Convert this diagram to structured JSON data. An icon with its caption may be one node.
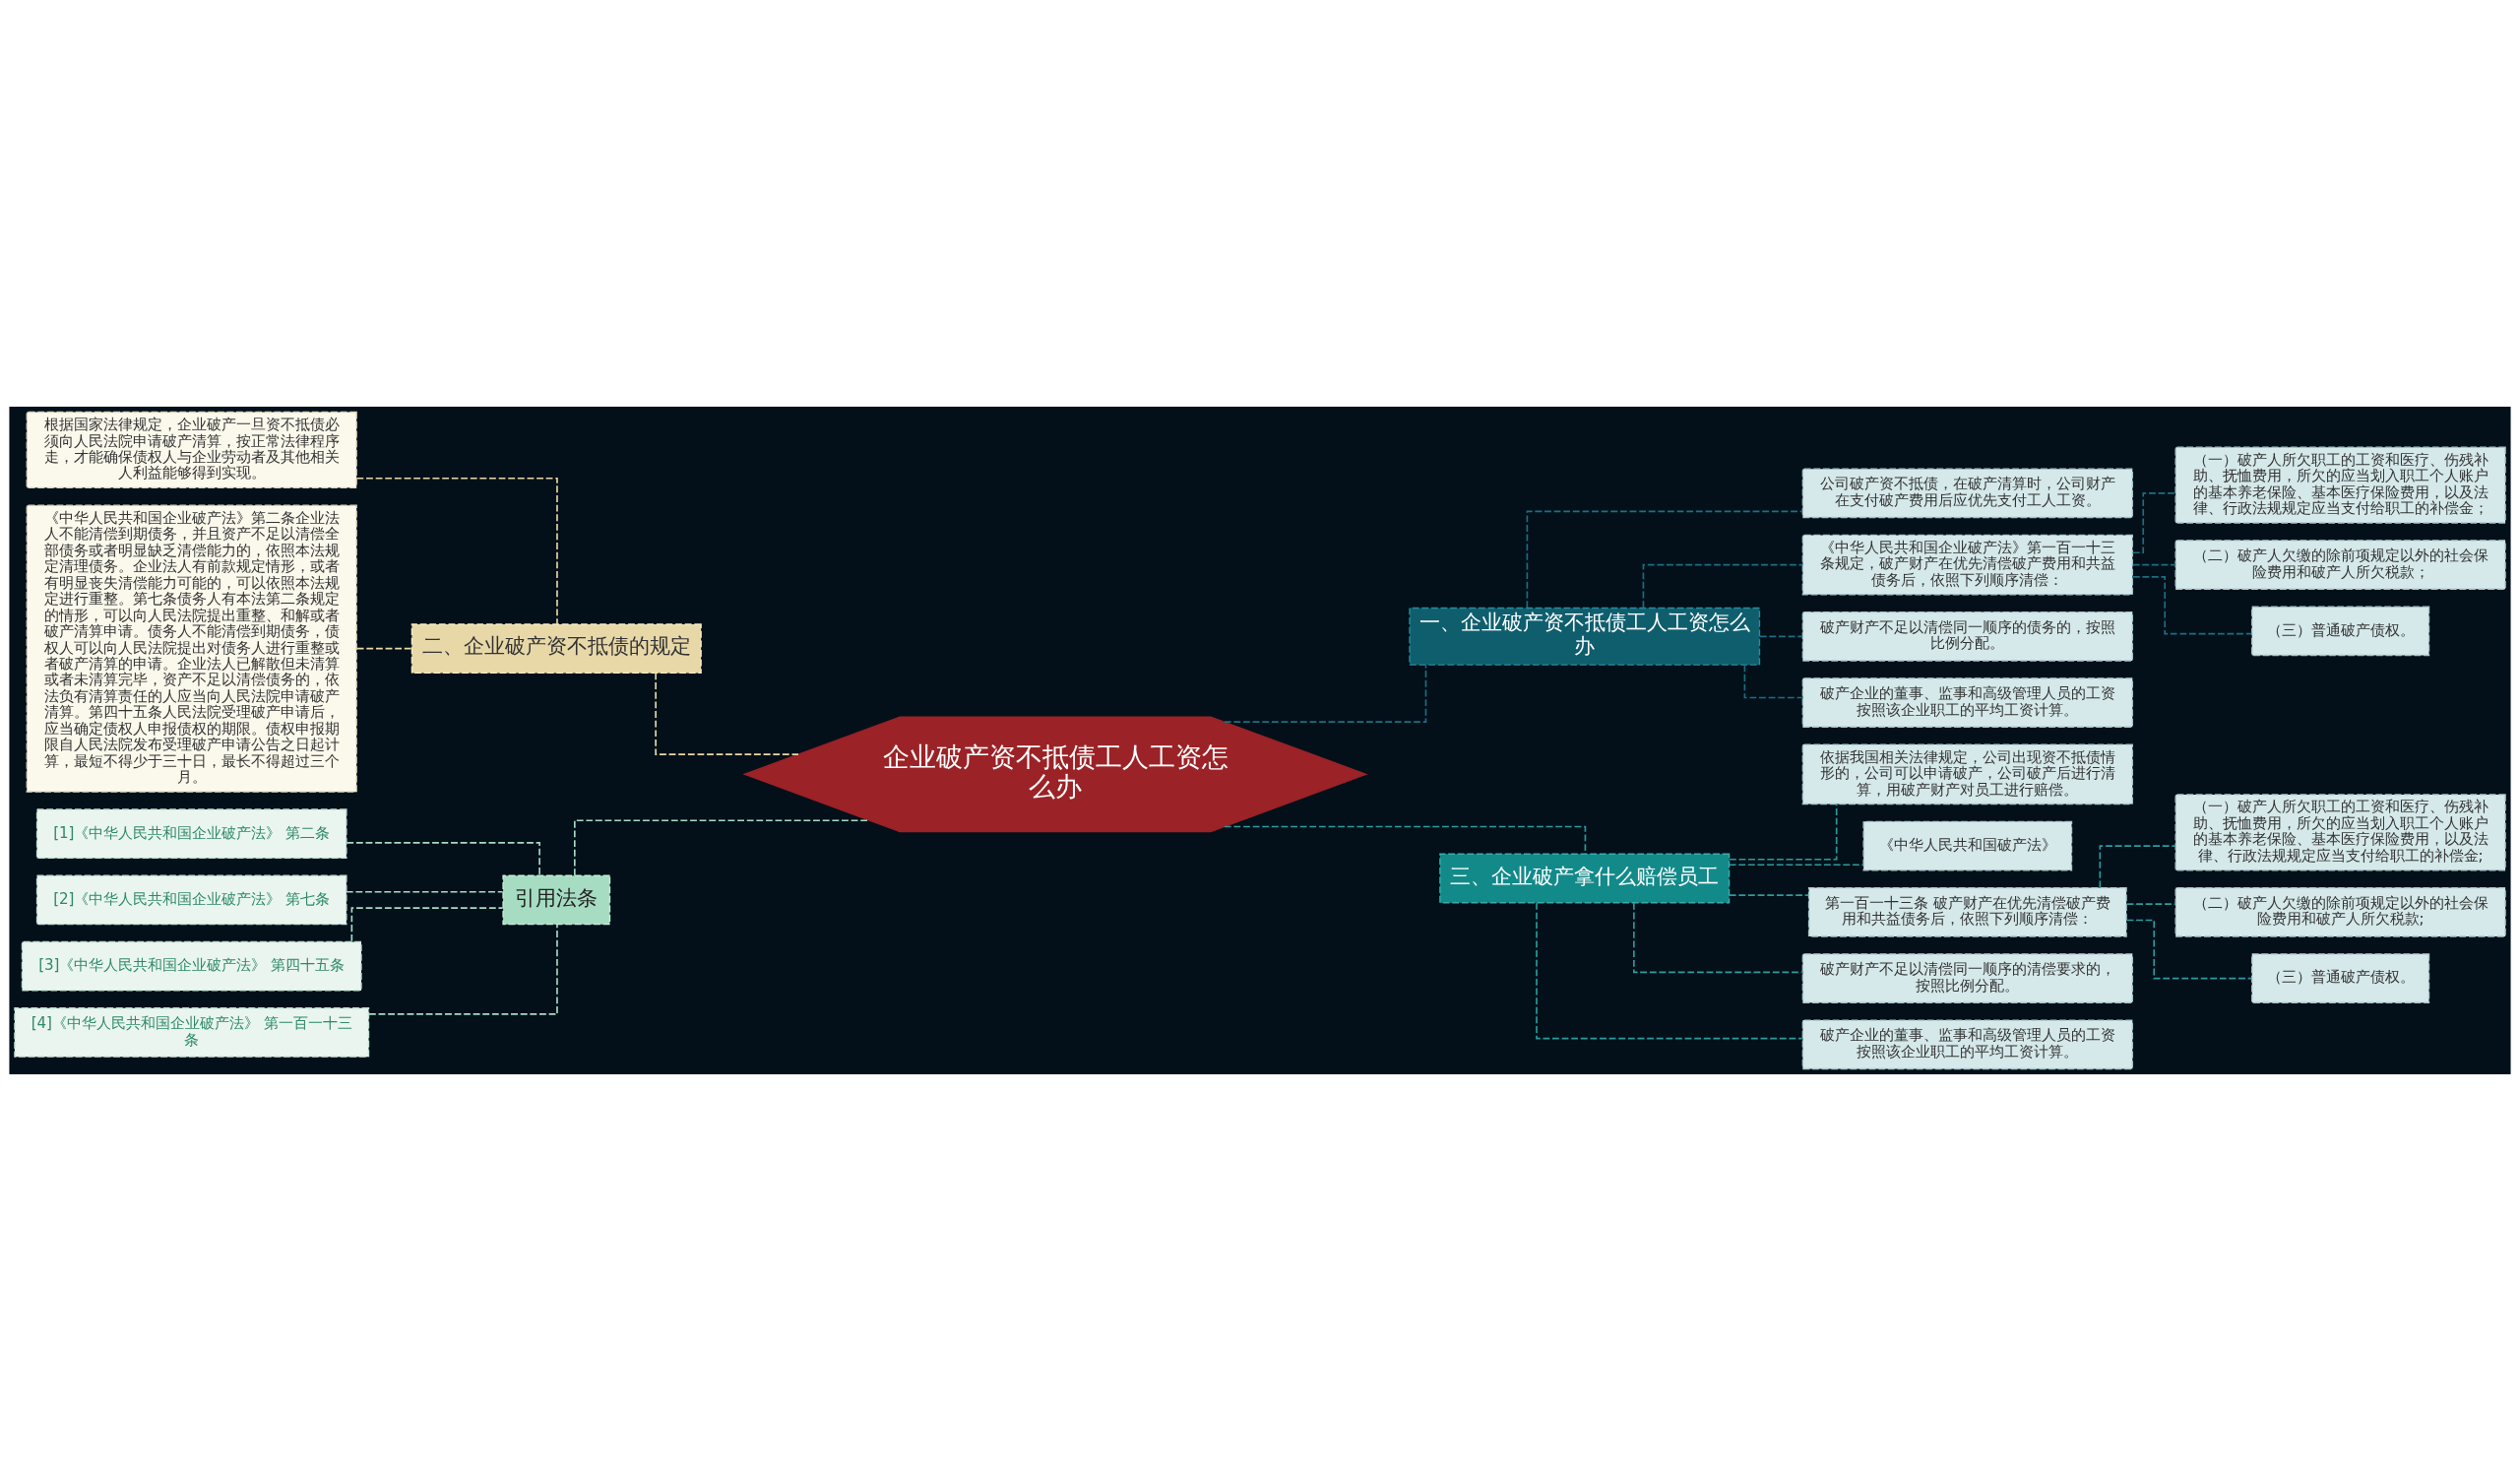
{
  "diagram": {
    "nodes": [
      {
        "text": [
          "企业破产资不抵债工人工资怎么办"
        ]
      },
      {
        "text": [
          "一、企业破产资不抵债工人工资怎么办"
        ]
      },
      {
        "text": [
          "公司破产资不抵债，在破产清算时，公司财产在支付破产费用后应优先支付工人工资。"
        ]
      },
      {
        "text": [
          "《中华人民共和国企业破产法》第一百一十三条规定，破产财产在优先清偿破产费用和共益债务后，依照下列顺序清偿："
        ]
      },
      {
        "text": [
          "（一）破产人所欠职工的工资和医疗、伤残补助、抚恤费用，所欠的应当划入职工个人账户的基本养老保险、基本医疗保险费用，以及法律、行政法规规定应当支付给职工的补偿金；"
        ]
      },
      {
        "text": [
          "（二）破产人欠缴的除前项规定以外的社会保险费用和破产人所欠税款；"
        ]
      },
      {
        "text": [
          "（三）普通破产债权。"
        ]
      },
      {
        "text": [
          "破产财产不足以清偿同一顺序的债务的，按照比例分配。"
        ]
      },
      {
        "text": [
          "破产企业的董事、监事和高级管理人员的工资按照该企业职工的平均工资计算。"
        ]
      },
      {
        "text": [
          "二、企业破产资不抵债的规定"
        ]
      },
      {
        "text": [
          "根据国家法律规定，企业破产一旦资不抵债必须向人民法院申请破产清算，按正常法律程序走，才能确保债权人与企业劳动者及其他相关人利益能够得到实现。"
        ]
      },
      {
        "text": [
          "《中华人民共和国企业破产法》第二条企业法人不能清偿到期债务，并且资产不足以清偿全部债务或者明显缺乏清偿能力的，依照本法规定清理债务。企业法人有前款规定情形，或者有明显丧失清偿能力可能的，可以依照本法规定进行重整。第七条债务人有本法第二条规定的情形，可以向人民法院提出重整、和解或者破产清算申请。债务人不能清偿到期债务，债权人可以向人民法院提出对债务人进行重整或者破产清算的申请。企业法人已解散但未清算或者未清算完毕，资产不足以清偿债务的，依法负有清算责任的人应当向人民法院申请破产清算。第四十五条人民法院受理破产申请后，应当确定债权人申报债权的期限。债权申报期限自人民法院发布受理破产申请公告之日起计算，最短不得少于三十日，最长不得超过三个月。"
        ]
      },
      {
        "text": [
          "三、企业破产拿什么赔偿员工"
        ]
      },
      {
        "text": [
          "依据我国相关法律规定，公司出现资不抵债情形的，公司可以申请破产，公司破产后进行清算，用破产财产对员工进行赔偿。"
        ]
      },
      {
        "text": [
          "《中华人民共和国破产法》"
        ]
      },
      {
        "text": [
          "第一百一十三条 破产财产在优先清偿破产费用和共益债务后，依照下列顺序清偿："
        ]
      },
      {
        "text": [
          "（一）破产人所欠职工的工资和医疗、伤残补助、抚恤费用，所欠的应当划入职工个人账户的基本养老保险、基本医疗保险费用，以及法律、行政法规规定应当支付给职工的补偿金;"
        ]
      },
      {
        "text": [
          "（二）破产人欠缴的除前项规定以外的社会保险费用和破产人所欠税款;"
        ]
      },
      {
        "text": [
          "（三）普通破产债权。"
        ]
      },
      {
        "text": [
          "破产财产不足以清偿同一顺序的清偿要求的，按照比例分配。"
        ]
      },
      {
        "text": [
          "破产企业的董事、监事和高级管理人员的工资按照该企业职工的平均工资计算。"
        ]
      },
      {
        "text": [
          "引用法条"
        ]
      },
      {
        "text": [
          "[1]《中华人民共和国企业破产法》 第二条"
        ]
      },
      {
        "text": [
          "[2]《中华人民共和国企业破产法》 第七条"
        ]
      },
      {
        "text": [
          "[3]《中华人民共和国企业破产法》 第四十五条"
        ]
      },
      {
        "text": [
          "[4]《中华人民共和国企业破产法》 第一百一十三条"
        ]
      }
    ],
    "edges": [
      {
        "from": 0,
        "to": 1,
        "arrow": "none",
        "style": "dashed",
        "color": "#1b6f80"
      },
      {
        "from": 1,
        "to": 2,
        "arrow": "none",
        "style": "dashed",
        "color": "#1b6f80"
      },
      {
        "from": 1,
        "to": 3,
        "arrow": "none",
        "style": "dashed",
        "color": "#1b6f80"
      },
      {
        "from": 3,
        "to": 4,
        "arrow": "none",
        "style": "dashed",
        "color": "#1b6f80"
      },
      {
        "from": 3,
        "to": 5,
        "arrow": "none",
        "style": "dashed",
        "color": "#1b6f80"
      },
      {
        "from": 3,
        "to": 6,
        "arrow": "none",
        "style": "dashed",
        "color": "#1b6f80"
      },
      {
        "from": 1,
        "to": 7,
        "arrow": "none",
        "style": "dashed",
        "color": "#1b6f80"
      },
      {
        "from": 1,
        "to": 8,
        "arrow": "none",
        "style": "dashed",
        "color": "#1b6f80"
      },
      {
        "from": 0,
        "to": 9,
        "arrow": "none",
        "style": "dashed",
        "color": "#e8d9a6"
      },
      {
        "from": 9,
        "to": 10,
        "arrow": "none",
        "style": "dashed",
        "color": "#e8d9a6"
      },
      {
        "from": 9,
        "to": 11,
        "arrow": "none",
        "style": "dashed",
        "color": "#e8d9a6"
      },
      {
        "from": 0,
        "to": 12,
        "arrow": "none",
        "style": "dashed",
        "color": "#2a9c9c"
      },
      {
        "from": 12,
        "to": 13,
        "arrow": "none",
        "style": "dashed",
        "color": "#2a9c9c"
      },
      {
        "from": 12,
        "to": 14,
        "arrow": "none",
        "style": "dashed",
        "color": "#2a9c9c"
      },
      {
        "from": 12,
        "to": 15,
        "arrow": "none",
        "style": "dashed",
        "color": "#2a9c9c"
      },
      {
        "from": 15,
        "to": 16,
        "arrow": "none",
        "style": "dashed",
        "color": "#2a9c9c"
      },
      {
        "from": 15,
        "to": 17,
        "arrow": "none",
        "style": "dashed",
        "color": "#2a9c9c"
      },
      {
        "from": 15,
        "to": 18,
        "arrow": "none",
        "style": "dashed",
        "color": "#2a9c9c"
      },
      {
        "from": 12,
        "to": 19,
        "arrow": "none",
        "style": "dashed",
        "color": "#2a9c9c"
      },
      {
        "from": 12,
        "to": 20,
        "arrow": "none",
        "style": "dashed",
        "color": "#2a9c9c"
      },
      {
        "from": 0,
        "to": 21,
        "arrow": "none",
        "style": "dashed",
        "color": "#a6dcc2"
      },
      {
        "from": 21,
        "to": 22,
        "arrow": "none",
        "style": "dashed",
        "color": "#a6dcc2"
      },
      {
        "from": 21,
        "to": 23,
        "arrow": "none",
        "style": "dashed",
        "color": "#a6dcc2"
      },
      {
        "from": 21,
        "to": 24,
        "arrow": "none",
        "style": "dashed",
        "color": "#a6dcc2"
      },
      {
        "from": 21,
        "to": 25,
        "arrow": "none",
        "style": "dashed",
        "color": "#a6dcc2"
      }
    ]
  }
}
